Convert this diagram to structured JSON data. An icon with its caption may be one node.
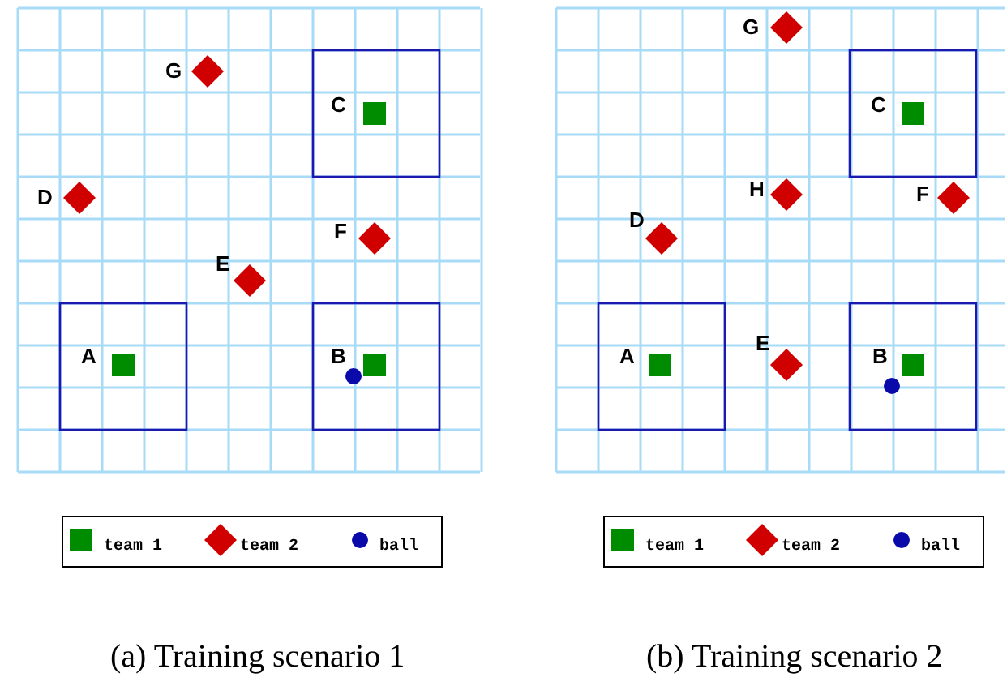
{
  "diagram": {
    "labels": [
      "G",
      "C",
      "D",
      "F",
      "E",
      "A",
      "B",
      "G",
      "C",
      "H",
      "F",
      "D",
      "E",
      "A",
      "B",
      "(a) Training scenario 1",
      "(b) Training scenario 2"
    ],
    "legend": [
      {
        "text": "team 1",
        "color": "#008c00"
      },
      {
        "text": "team 2",
        "color": "#d00000"
      },
      {
        "text": "ball",
        "color": "#0a0aaa"
      },
      {
        "text": "team 1",
        "color": "#008c00"
      },
      {
        "text": "team 2",
        "color": "#d00000"
      },
      {
        "text": "ball",
        "color": "#0a0aaa"
      }
    ]
  }
}
